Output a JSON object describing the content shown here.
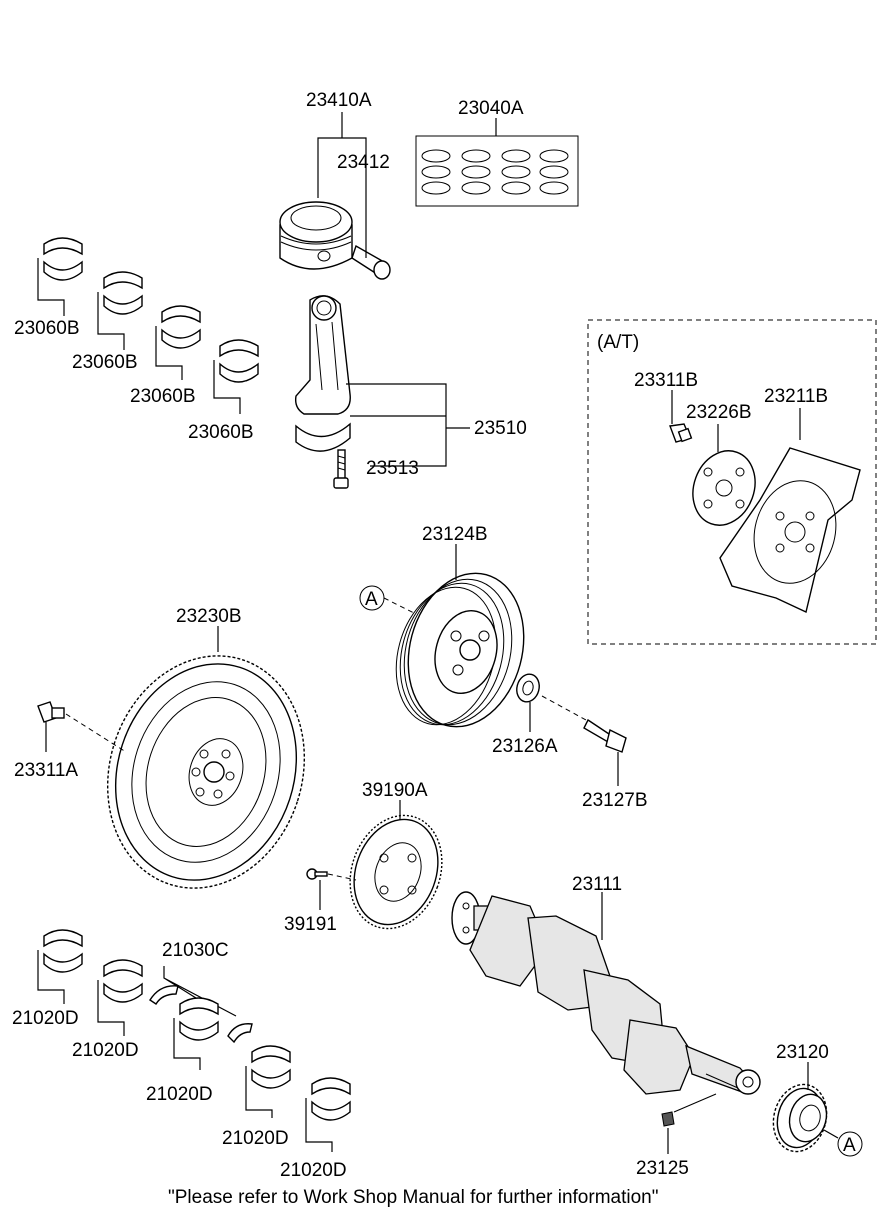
{
  "diagram": {
    "labels": {
      "p23410A": "23410A",
      "p23040A": "23040A",
      "p23412": "23412",
      "p23060B_1": "23060B",
      "p23060B_2": "23060B",
      "p23060B_3": "23060B",
      "p23060B_4": "23060B",
      "p23510": "23510",
      "p23513": "23513",
      "at": "(A/T)",
      "p23311B": "23311B",
      "p23226B": "23226B",
      "p23211B": "23211B",
      "p23124B": "23124B",
      "p23230B": "23230B",
      "ref_a_1": "A",
      "p23126A": "23126A",
      "p23311A": "23311A",
      "p23127B": "23127B",
      "p39190A": "39190A",
      "p23111": "23111",
      "p39191": "39191",
      "p21030C": "21030C",
      "p21020D_1": "21020D",
      "p21020D_2": "21020D",
      "p21020D_3": "21020D",
      "p21020D_4": "21020D",
      "p21020D_5": "21020D",
      "p23120": "23120",
      "p23125": "23125",
      "ref_a_2": "A"
    },
    "footer_note": "\"Please refer to Work Shop Manual for further information\""
  }
}
